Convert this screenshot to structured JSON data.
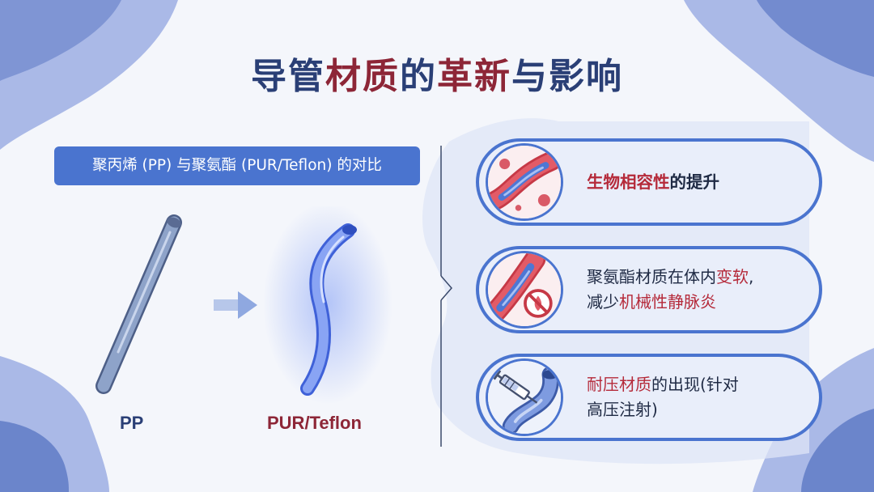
{
  "title": {
    "part1": "导管",
    "part2": "材质",
    "part3": "的",
    "part4": "革新",
    "part5": "与影响"
  },
  "comparison": {
    "banner": "聚丙烯 (PP) 与聚氨酯 (PUR/Teflon) 的对比",
    "pp_label": "PP",
    "pur_label": "PUR/Teflon"
  },
  "cards": [
    {
      "icon": "blood-vessel-catheter-icon",
      "line1": {
        "hl": "生物相容性",
        "rest": "的提升"
      }
    },
    {
      "icon": "vein-no-inflammation-icon",
      "line1": {
        "pre": "聚氨酯材质在体内",
        "hl": "变软",
        "post": ","
      },
      "line2": {
        "pre": "减少",
        "hl": "机械性静脉炎"
      }
    },
    {
      "icon": "syringe-tube-icon",
      "line1": {
        "hl": "耐压材质",
        "rest": "的出现(针对"
      },
      "line2": {
        "text": "高压注射)"
      }
    }
  ],
  "colors": {
    "accent": "#4a74cf",
    "title_blue": "#2a3f76",
    "title_red": "#8d2637",
    "highlight_red": "#b52a3a"
  }
}
